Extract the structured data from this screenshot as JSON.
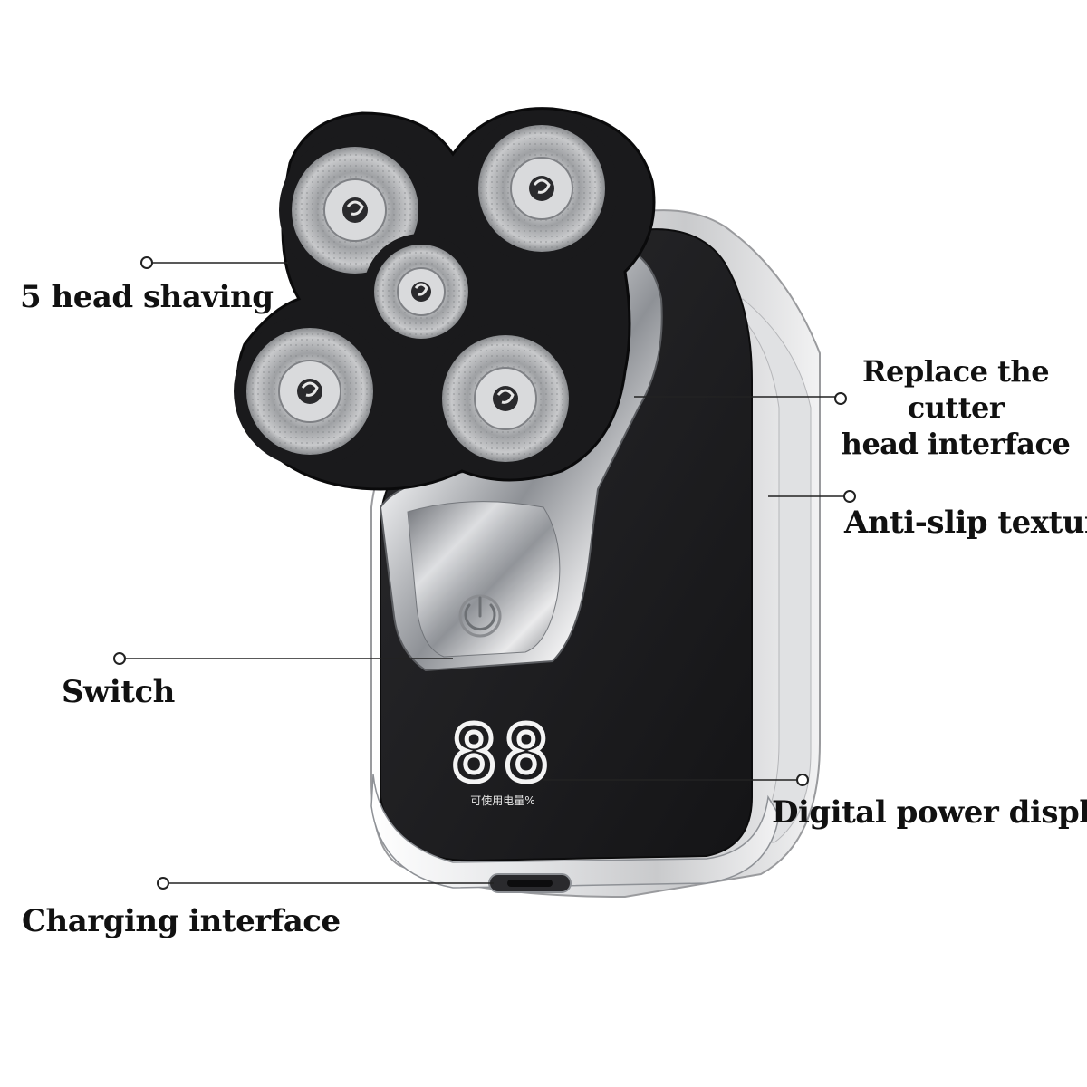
{
  "callouts": {
    "five_head_shaving": "5 head shaving",
    "replace_cutter_line1": "Replace the cutter",
    "replace_cutter_line2": "head interface",
    "anti_slip": "Anti-slip texture",
    "switch": "Switch",
    "digital_power_display": "Digital power display",
    "charging_interface": "Charging interface"
  },
  "device": {
    "display_digits": "88",
    "display_caption": "可使用电量%",
    "head_count": 5,
    "colors": {
      "body_black": "#1c1c1e",
      "silver": "#d9dadc",
      "chrome": "#8e9196",
      "foil": "#bfc1c4",
      "display_white": "#f4f4f4"
    }
  }
}
